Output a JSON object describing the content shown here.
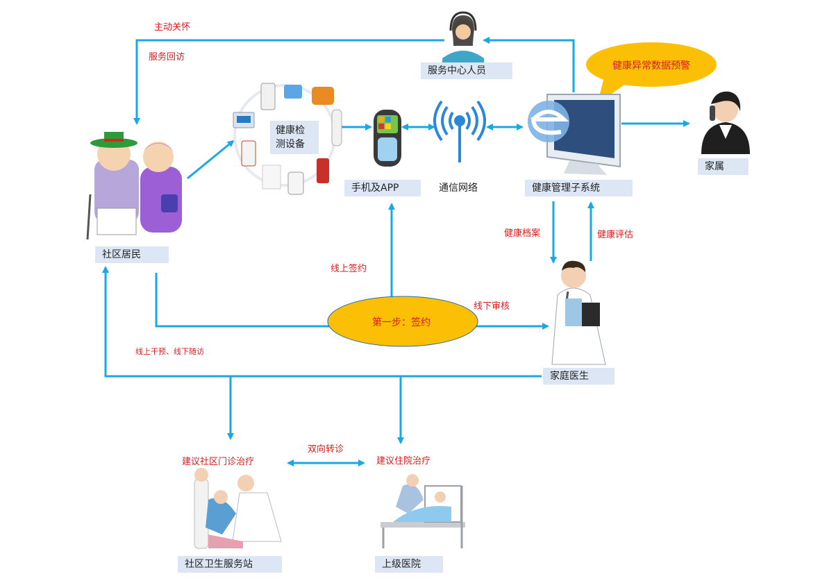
{
  "nodes": {
    "service_staff": "服务中心人员",
    "community_residents": "社区居民",
    "health_devices": "健康检测设备",
    "phone_app": "手机及APP",
    "network": "通信网络",
    "health_system": "健康管理子系统",
    "family": "家属",
    "family_doctor": "家庭医生",
    "community_station": "社区卫生服务站",
    "higher_hospital": "上级医院"
  },
  "labels": {
    "active_care": "主动关怀",
    "service_visit": "服务回访",
    "health_alert": "健康异常数据预警",
    "online_sign": "线上签约",
    "offline_review": "线下审核",
    "step_one": "第一步：签约",
    "health_record": "健康档案",
    "health_assess": "健康评估",
    "intervention": "线上干预、线下随访",
    "outpatient": "建议社区门诊治疗",
    "inpatient": "建议住院治疗",
    "referral": "双向转诊"
  },
  "colors": {
    "arrow": "#1ba7e6",
    "label_red": "#e2191b",
    "box_bg": "#dde6f4",
    "ellipse_fill": "#fbbf05"
  }
}
